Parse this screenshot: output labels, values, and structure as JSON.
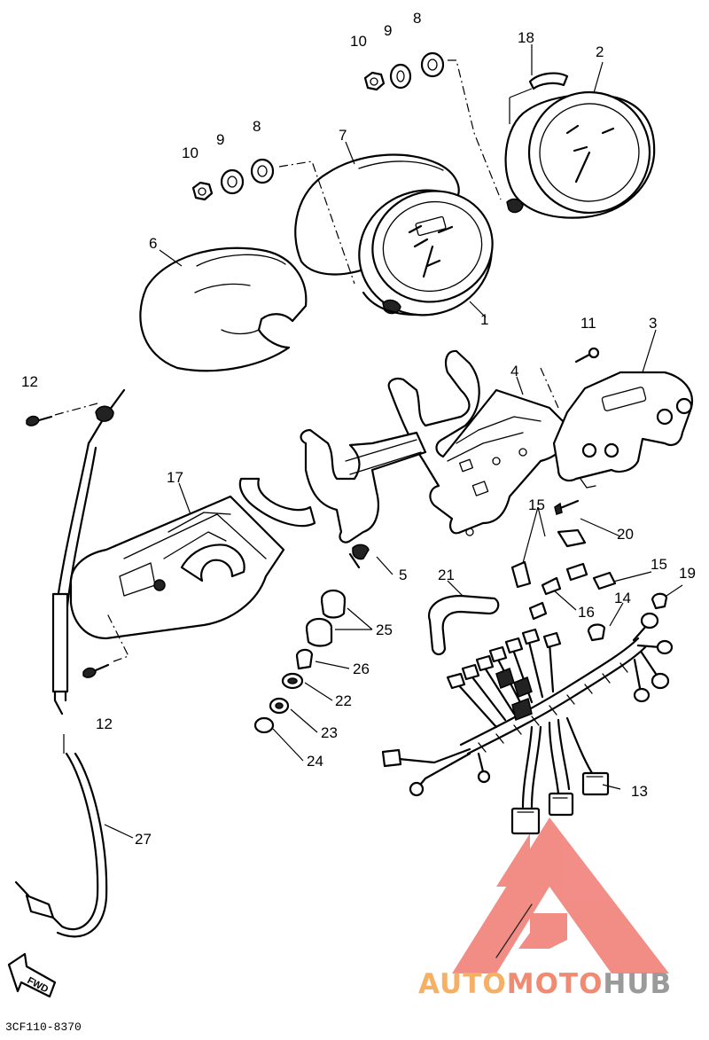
{
  "parts": [
    {
      "id": "p1",
      "label": "1"
    },
    {
      "id": "p2",
      "label": "2"
    },
    {
      "id": "p3",
      "label": "3"
    },
    {
      "id": "p4",
      "label": "4"
    },
    {
      "id": "p5",
      "label": "5"
    },
    {
      "id": "p6",
      "label": "6"
    },
    {
      "id": "p7",
      "label": "7"
    },
    {
      "id": "p8a",
      "label": "8"
    },
    {
      "id": "p8b",
      "label": "8"
    },
    {
      "id": "p9a",
      "label": "9"
    },
    {
      "id": "p9b",
      "label": "9"
    },
    {
      "id": "p10a",
      "label": "10"
    },
    {
      "id": "p10b",
      "label": "10"
    },
    {
      "id": "p11",
      "label": "11"
    },
    {
      "id": "p12a",
      "label": "12"
    },
    {
      "id": "p12b",
      "label": "12"
    },
    {
      "id": "p13",
      "label": "13"
    },
    {
      "id": "p14",
      "label": "14"
    },
    {
      "id": "p15a",
      "label": "15"
    },
    {
      "id": "p15b",
      "label": "15"
    },
    {
      "id": "p16",
      "label": "16"
    },
    {
      "id": "p17",
      "label": "17"
    },
    {
      "id": "p18",
      "label": "18"
    },
    {
      "id": "p19",
      "label": "19"
    },
    {
      "id": "p20",
      "label": "20"
    },
    {
      "id": "p21",
      "label": "21"
    },
    {
      "id": "p22",
      "label": "22"
    },
    {
      "id": "p23",
      "label": "23"
    },
    {
      "id": "p24",
      "label": "24"
    },
    {
      "id": "p25",
      "label": "25"
    },
    {
      "id": "p26",
      "label": "26"
    },
    {
      "id": "p27",
      "label": "27"
    }
  ],
  "diagram_code": "3CF110-8370",
  "direction_marker": "FWD",
  "watermark": {
    "part1": "AUTO",
    "part2": "MOTO",
    "part3": "HUB",
    "color_auto": "#f5b066",
    "color_moto": "#f08a72",
    "color_hub": "#9a9a9a",
    "logo_color": "#f07a72"
  }
}
